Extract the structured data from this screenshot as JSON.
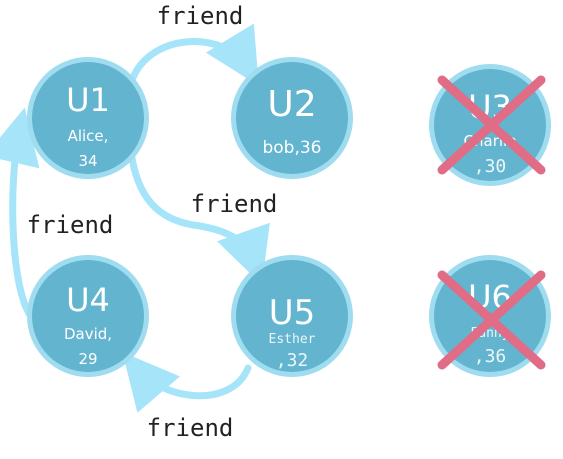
{
  "colors": {
    "node_fill": "#63b4cf",
    "node_ring": "#9fdcf0",
    "edge": "#a6e4fa",
    "cross": "#e06c86"
  },
  "nodes": {
    "u1": {
      "id": "U1",
      "line1": "Alice,",
      "line2": "34",
      "deleted": false
    },
    "u2": {
      "id": "U2",
      "line1": "bob,36",
      "deleted": false
    },
    "u3": {
      "id": "U3",
      "line1": "Charlie",
      "line2": ",30",
      "deleted": true
    },
    "u4": {
      "id": "U4",
      "line1": "David,",
      "line2": "29",
      "deleted": false
    },
    "u5": {
      "id": "U5",
      "line1": "Esther",
      "line2": ",32",
      "deleted": false
    },
    "u6": {
      "id": "U6",
      "line1": "Fanny",
      "line2": ",36",
      "deleted": true
    }
  },
  "edges": {
    "u1_u2": {
      "from": "U1",
      "to": "U2",
      "label": "friend"
    },
    "u1_u5": {
      "from": "U1",
      "to": "U5",
      "label": "friend"
    },
    "u4_u1": {
      "from": "U4",
      "to": "U1",
      "label": "friend"
    },
    "u5_u4": {
      "from": "U5",
      "to": "U4",
      "label": "friend"
    }
  }
}
